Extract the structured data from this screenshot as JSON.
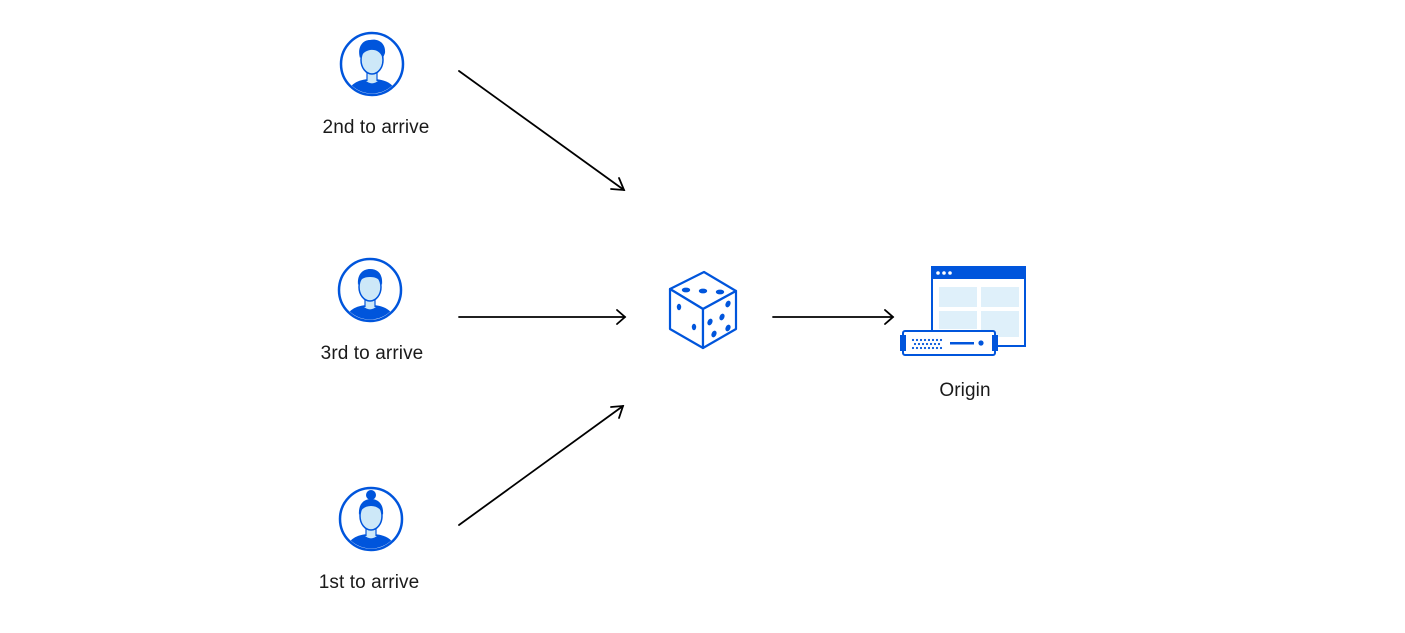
{
  "visitors": [
    {
      "label": "2nd to arrive",
      "icon": "person-icon"
    },
    {
      "label": "3rd to arrive",
      "icon": "person-icon"
    },
    {
      "label": "1st to arrive",
      "icon": "person-icon"
    }
  ],
  "router": {
    "icon": "dice-icon"
  },
  "origin": {
    "label": "Origin",
    "icon": "server-browser-icon"
  },
  "colors": {
    "accent": "#0055dc",
    "accent_light": "#dff0fa",
    "skin": "#cde8f8",
    "arrow": "#000000"
  }
}
